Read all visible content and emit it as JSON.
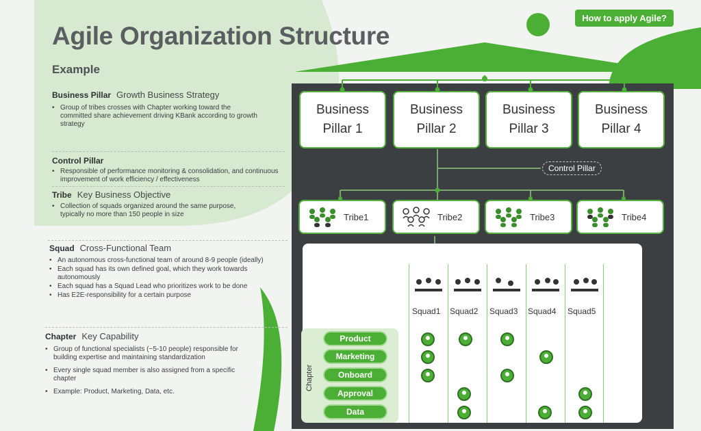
{
  "header": {
    "title": "Agile Organization Structure",
    "example": "Example",
    "cta": "How to apply Agile?"
  },
  "sections": [
    {
      "title": "Business Pillar",
      "subtitle": "Growth Business Strategy",
      "bullets": [
        "Group of tribes crosses with Chapter working toward the committed share achievement driving KBank according to growth strategy"
      ]
    },
    {
      "title": "Control Pillar",
      "subtitle": "",
      "bullets": [
        "Responsible of performance monitoring & consolidation, and continuous improvement of work efficiency / effectiveness"
      ]
    },
    {
      "title": "Tribe",
      "subtitle": "Key Business Objective",
      "bullets": [
        "Collection of squads organized around the same purpose, typically no more than 150 people in size"
      ]
    },
    {
      "title": "Squad",
      "subtitle": "Cross-Functional Team",
      "bullets": [
        "An autonomous cross-functional team of around 8-9 people (ideally)",
        "Each squad has its own defined goal, which they work towards autonomously",
        "Each squad has a Squad Lead who prioritizes work to be done",
        "Has E2E-responsibility for a certain purpose"
      ]
    },
    {
      "title": "Chapter",
      "subtitle": "Key Capability",
      "bullets": [
        "Group of functional specialists (~5-10 people) responsible for building expertise and maintaining standardization",
        "Every single squad member is also assigned from a specific chapter",
        "Example: Product, Marketing, Data, etc."
      ]
    }
  ],
  "diagram": {
    "pillars": [
      {
        "line1": "Business",
        "line2": "Pillar 1"
      },
      {
        "line1": "Business",
        "line2": "Pillar 2"
      },
      {
        "line1": "Business",
        "line2": "Pillar 3"
      },
      {
        "line1": "Business",
        "line2": "Pillar 4"
      }
    ],
    "control_pillar": "Control Pillar",
    "tribes": [
      "Tribe1",
      "Tribe2",
      "Tribe3",
      "Tribe4"
    ],
    "squads": [
      "Squad1",
      "Squad2",
      "Squad3",
      "Squad4",
      "Squad5"
    ],
    "chapter_label": "Chapter",
    "chapters": [
      "Product",
      "Marketing",
      "Onboard",
      "Approval",
      "Data"
    ]
  },
  "colors": {
    "accent": "#4caf35",
    "panel": "#3c3f42"
  }
}
